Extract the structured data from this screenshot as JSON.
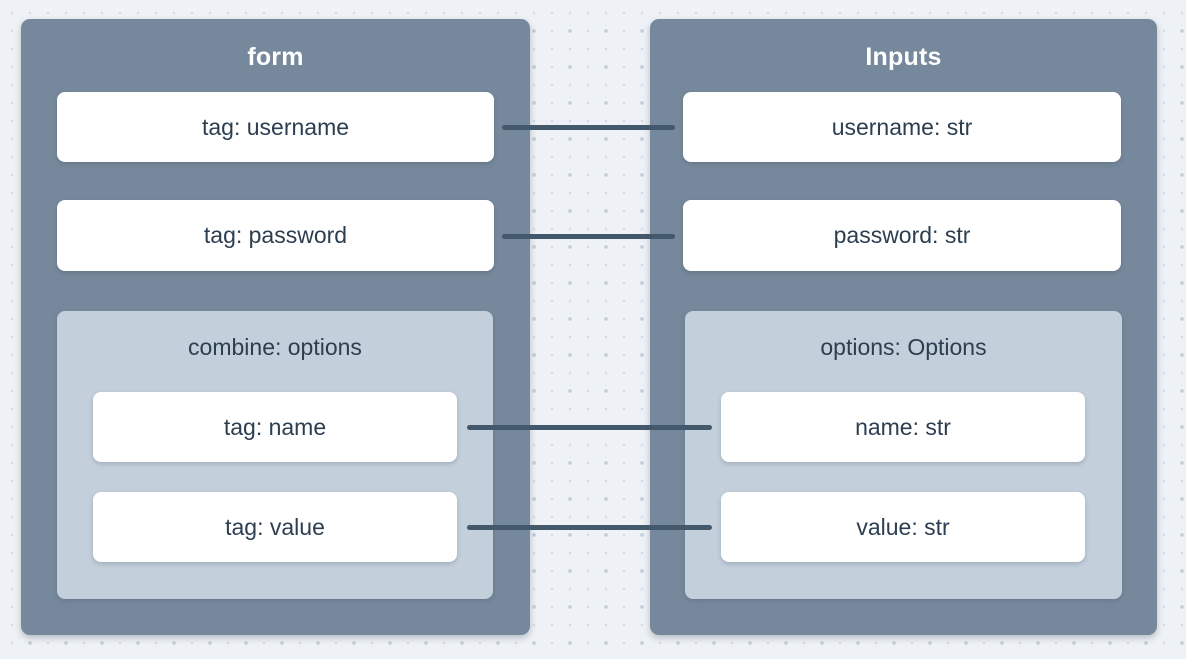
{
  "colors": {
    "background": "#eef1f5",
    "dot_large": "#c3cedc",
    "dot_small": "#d2dae5",
    "node_background": "#76889b",
    "group_background": "#c3cfda",
    "field_background": "#ffffff",
    "field_text": "#2c3e50",
    "title_text": "#ffffff",
    "connector": "#44586c"
  },
  "nodes": [
    {
      "title": "form",
      "fields": [
        {
          "label": "tag: username"
        },
        {
          "label": "tag: password"
        }
      ],
      "group": {
        "title": "combine: options",
        "fields": [
          {
            "label": "tag: name"
          },
          {
            "label": "tag: value"
          }
        ]
      }
    },
    {
      "title": "Inputs",
      "fields": [
        {
          "label": "username: str"
        },
        {
          "label": "password: str"
        }
      ],
      "group": {
        "title": "options: Options",
        "fields": [
          {
            "label": "name: str"
          },
          {
            "label": "value: str"
          }
        ]
      }
    }
  ],
  "connections": [
    {
      "from": "tag: username",
      "to": "username: str"
    },
    {
      "from": "tag: password",
      "to": "password: str"
    },
    {
      "from": "tag: name",
      "to": "name: str"
    },
    {
      "from": "tag: value",
      "to": "value: str"
    }
  ]
}
